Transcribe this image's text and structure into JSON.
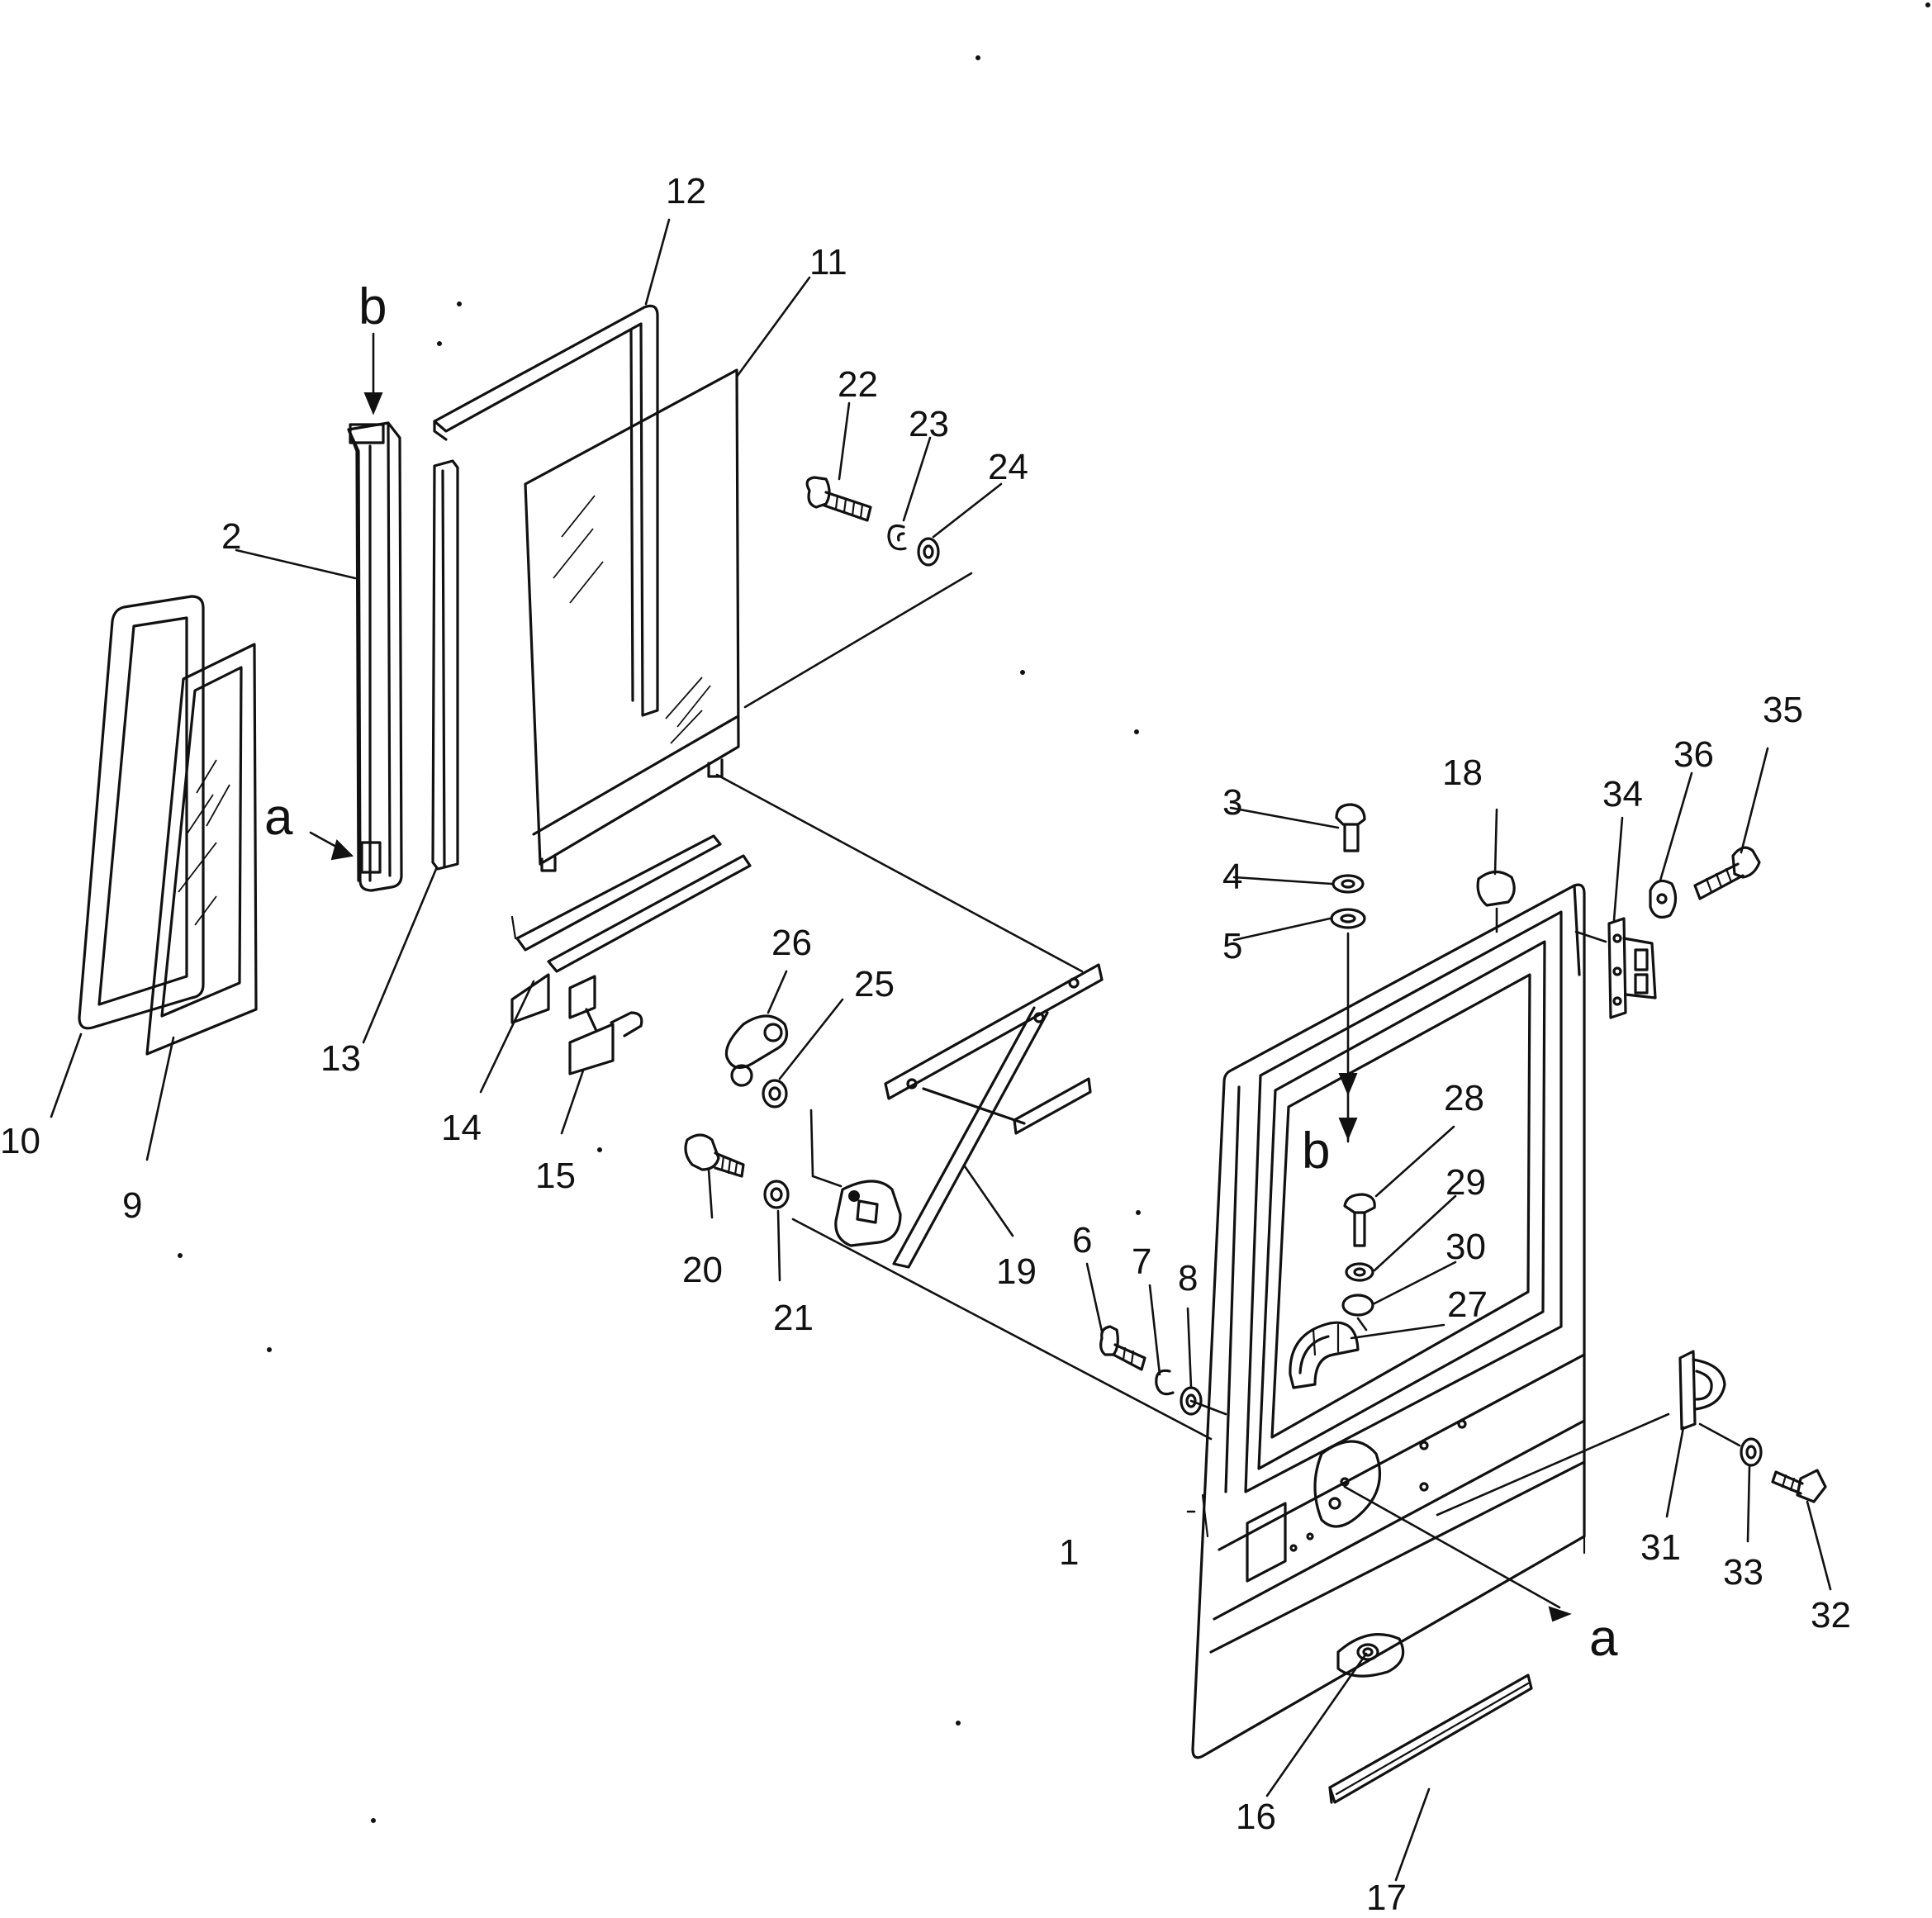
{
  "callouts": [
    {
      "id": "1",
      "text": "1"
    },
    {
      "id": "2",
      "text": "2"
    },
    {
      "id": "3",
      "text": "3"
    },
    {
      "id": "4",
      "text": "4"
    },
    {
      "id": "5",
      "text": "5"
    },
    {
      "id": "6",
      "text": "6"
    },
    {
      "id": "7",
      "text": "7"
    },
    {
      "id": "8",
      "text": "8"
    },
    {
      "id": "9",
      "text": "9"
    },
    {
      "id": "10",
      "text": "10"
    },
    {
      "id": "11",
      "text": "11"
    },
    {
      "id": "12",
      "text": "12"
    },
    {
      "id": "13",
      "text": "13"
    },
    {
      "id": "14",
      "text": "14"
    },
    {
      "id": "15",
      "text": "15"
    },
    {
      "id": "16",
      "text": "16"
    },
    {
      "id": "17",
      "text": "17"
    },
    {
      "id": "18",
      "text": "18"
    },
    {
      "id": "19",
      "text": "19"
    },
    {
      "id": "20",
      "text": "20"
    },
    {
      "id": "21",
      "text": "21"
    },
    {
      "id": "22",
      "text": "22"
    },
    {
      "id": "23",
      "text": "23"
    },
    {
      "id": "24",
      "text": "24"
    },
    {
      "id": "25",
      "text": "25"
    },
    {
      "id": "26",
      "text": "26"
    },
    {
      "id": "27",
      "text": "27"
    },
    {
      "id": "28",
      "text": "28"
    },
    {
      "id": "29",
      "text": "29"
    },
    {
      "id": "30",
      "text": "30"
    },
    {
      "id": "31",
      "text": "31"
    },
    {
      "id": "32",
      "text": "32"
    },
    {
      "id": "33",
      "text": "33"
    },
    {
      "id": "34",
      "text": "34"
    },
    {
      "id": "35",
      "text": "35"
    },
    {
      "id": "36",
      "text": "36"
    }
  ],
  "reference_marks": {
    "a": "a",
    "b": "b"
  }
}
